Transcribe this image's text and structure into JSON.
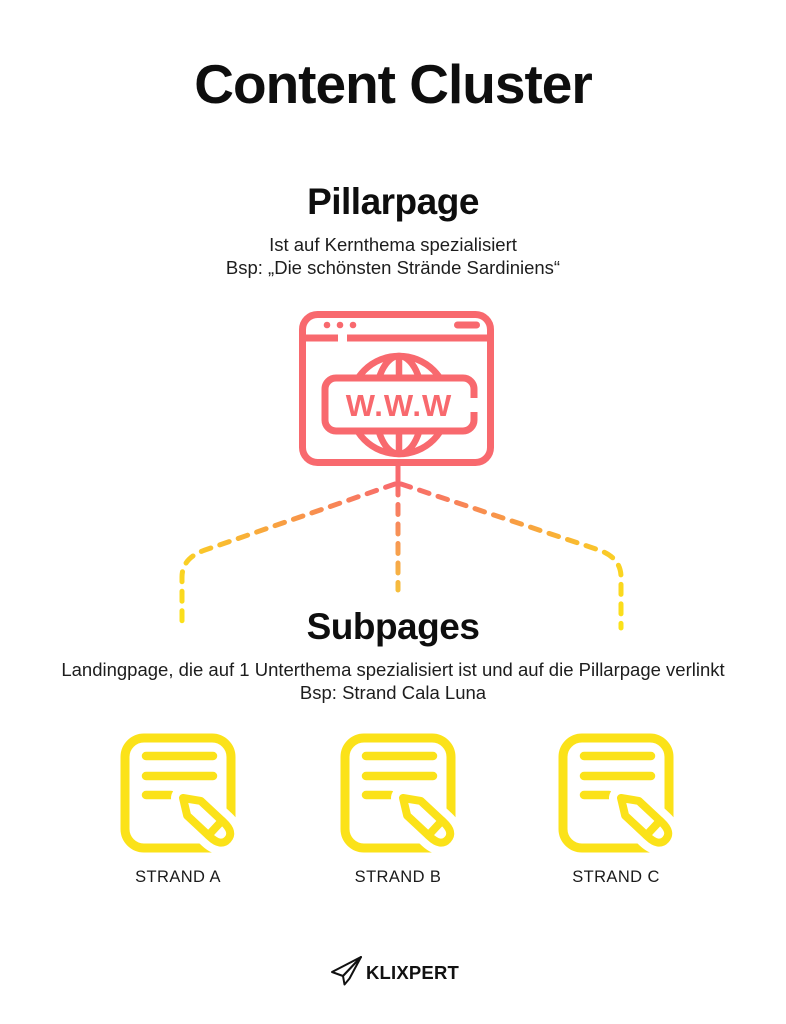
{
  "page": {
    "title": "Content Cluster"
  },
  "pillar": {
    "heading": "Pillarpage",
    "desc_line1": "Ist auf Kernthema spezialisiert",
    "desc_line2": "Bsp: „Die schönsten Strände Sardiniens“",
    "www_label": "W.W.W",
    "icon": "browser-www-icon"
  },
  "subpages": {
    "heading": "Subpages",
    "desc_line1": "Landingpage, die auf 1 Unterthema spezialisiert ist und auf die Pillarpage verlinkt",
    "desc_line2": "Bsp: Strand Cala Luna",
    "items": [
      {
        "label": "STRAND A",
        "icon": "document-pencil-icon"
      },
      {
        "label": "STRAND B",
        "icon": "document-pencil-icon"
      },
      {
        "label": "STRAND C",
        "icon": "document-pencil-icon"
      }
    ]
  },
  "footer": {
    "brand": "KLIXPERT",
    "icon": "paper-plane-icon"
  },
  "colors": {
    "coral": "#F8696E",
    "orange": "#F89B45",
    "yellow": "#FBE219",
    "orange_yellow": "#F6BE3C",
    "text": "#111111",
    "background": "#FFFFFF"
  }
}
